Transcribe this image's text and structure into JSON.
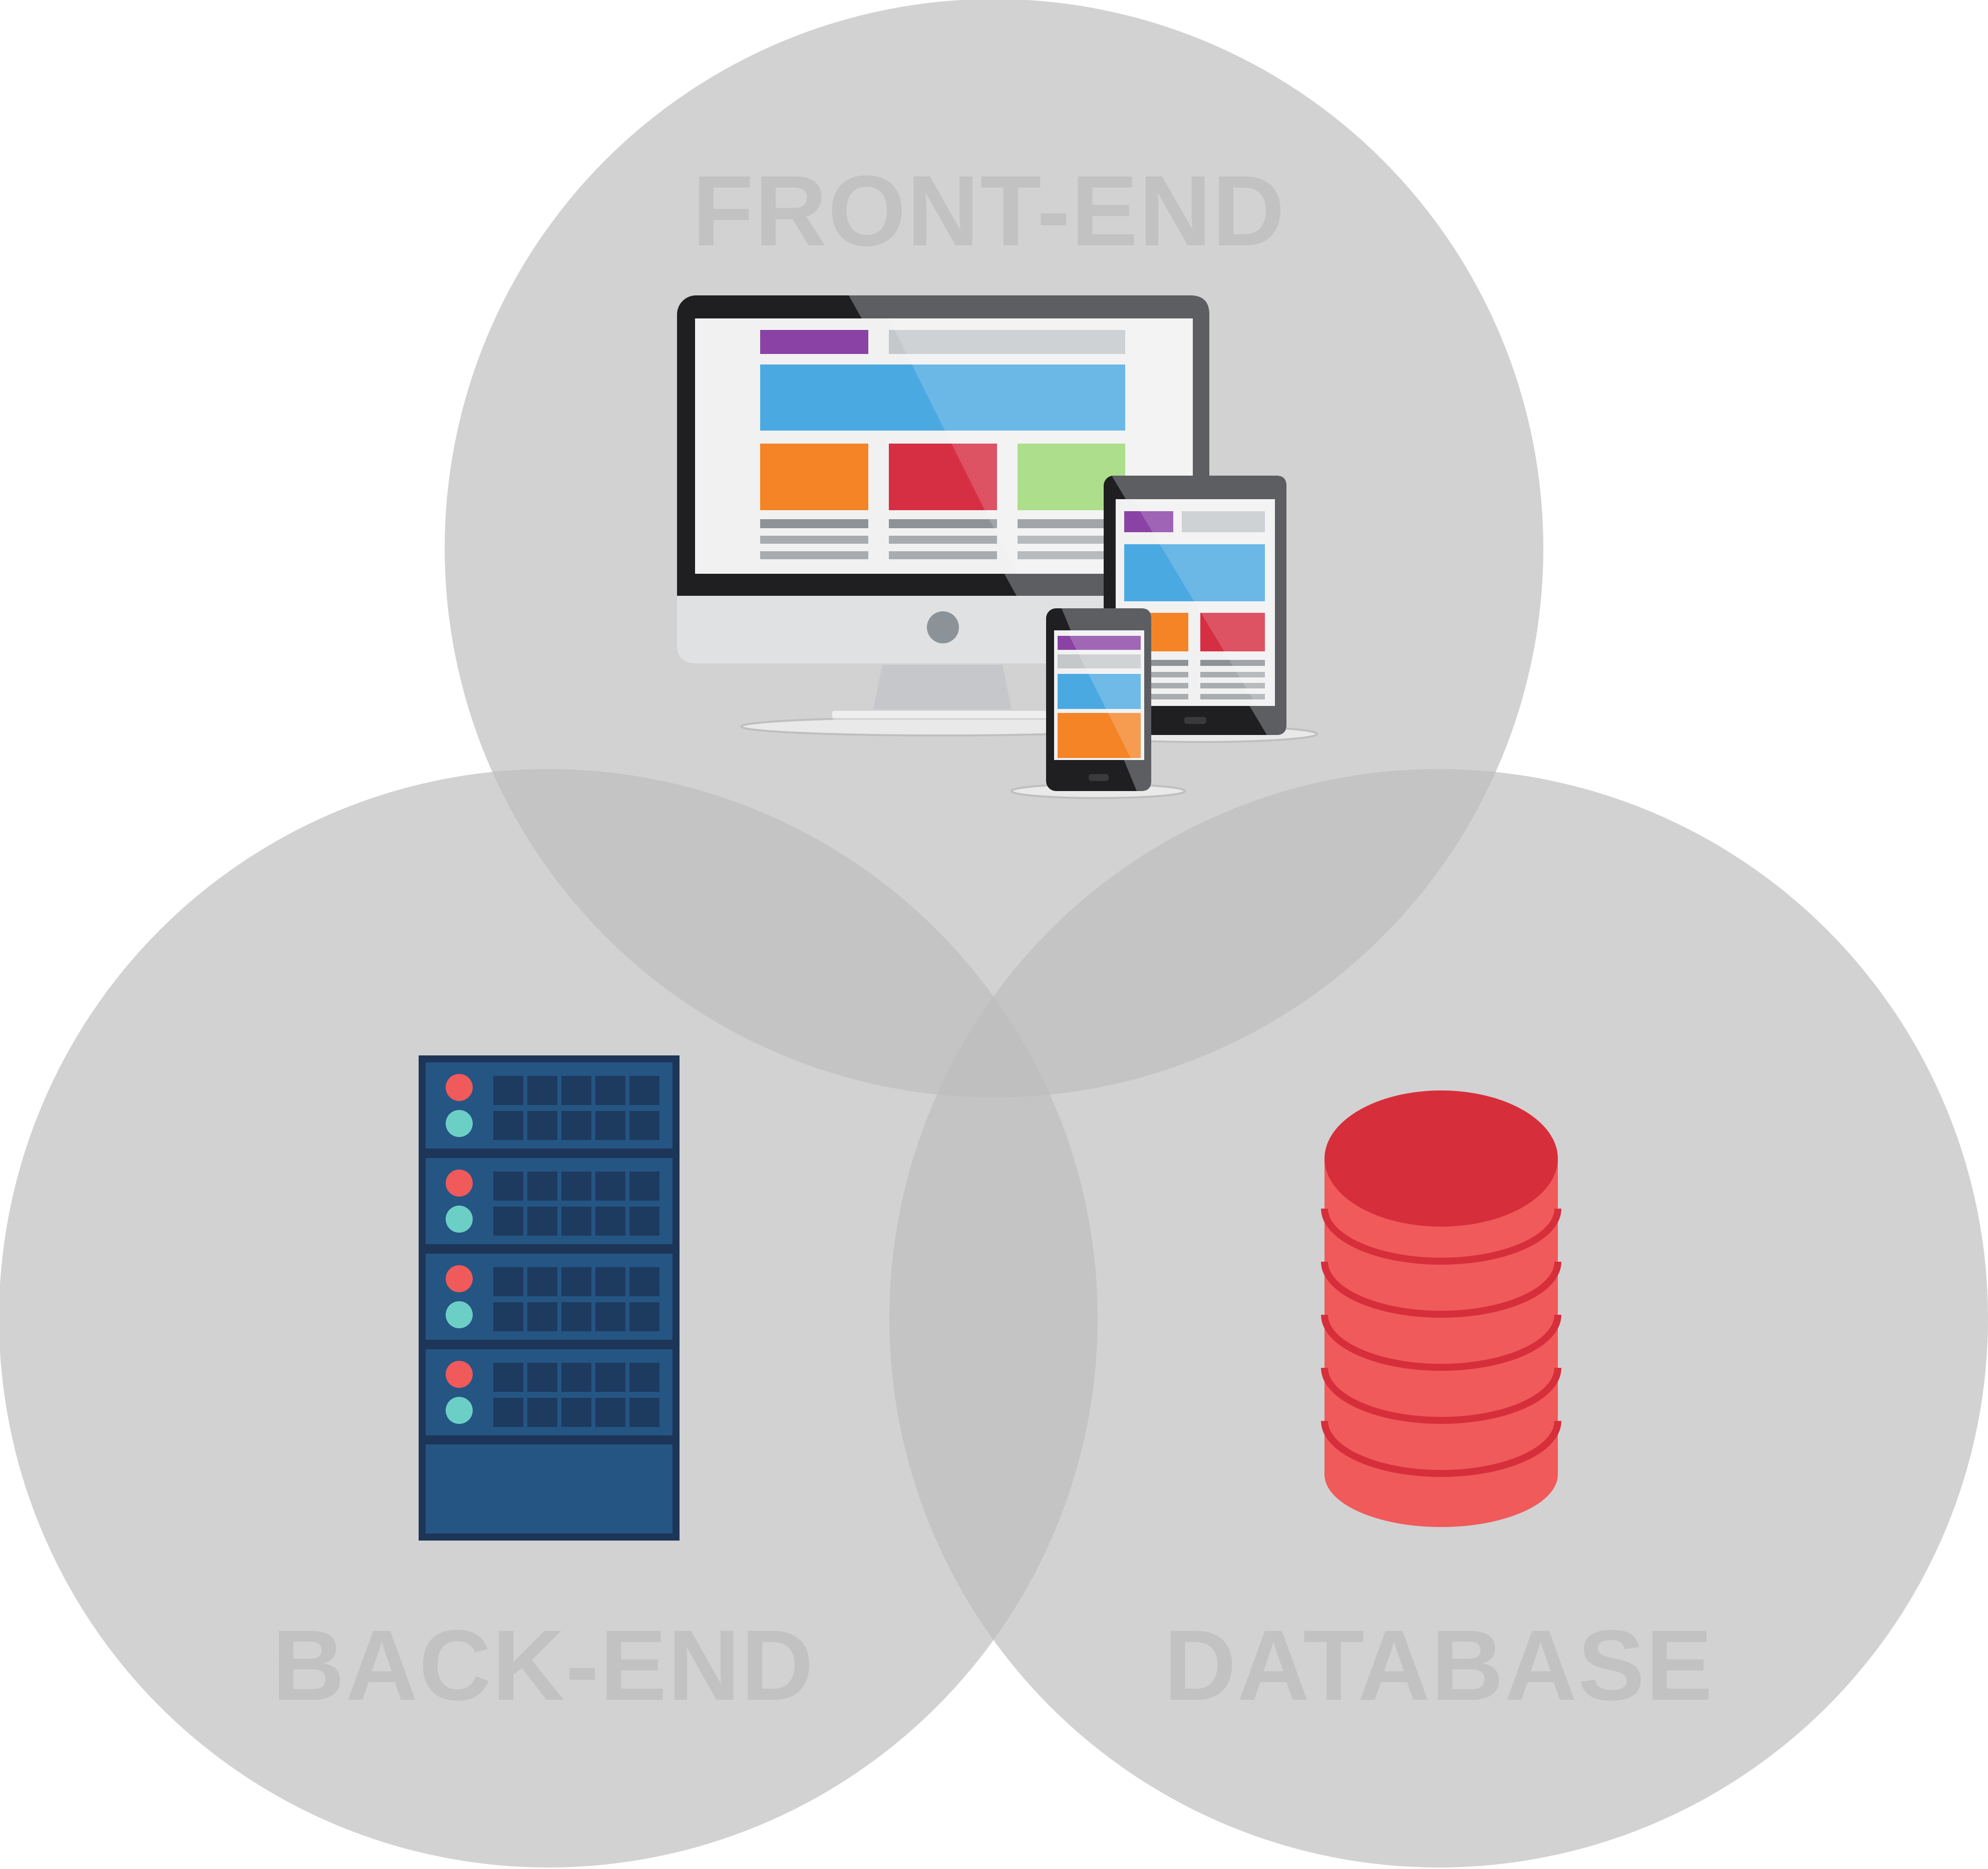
{
  "colors": {
    "background": "#ffffff",
    "circle_fill": "#bdbdbd",
    "circle_opacity": "0.68",
    "label": "#c2c2c2",
    "monitor_bezel": "#1f1e20",
    "monitor_bezel_glare": "#5d5e62",
    "monitor_chin": "#e0e1e3",
    "monitor_stand": "#c5c7ca",
    "screen_bg": "#f1f1f2",
    "purple": "#8a42a5",
    "gray_bar": "#c5c8cb",
    "blue": "#4ba9e2",
    "orange": "#f48426",
    "red": "#d62e42",
    "green": "#9bd772",
    "text_line": "#8d9297",
    "server_frame": "#1d3557",
    "server_body": "#255583",
    "server_vent": "#1d3a5f",
    "server_led_red": "#f05a5a",
    "server_led_teal": "#6ccfc6",
    "db_top": "#d62f3b",
    "db_body": "#f05a5a",
    "db_ring": "#d62f3b"
  },
  "venn": {
    "circles": [
      {
        "id": "front-end",
        "label": "FRONT-END",
        "icon": "responsive-devices-icon"
      },
      {
        "id": "back-end",
        "label": "BACK-END",
        "icon": "server-rack-icon"
      },
      {
        "id": "database",
        "label": "DATABASE",
        "icon": "database-cylinder-icon"
      }
    ]
  }
}
